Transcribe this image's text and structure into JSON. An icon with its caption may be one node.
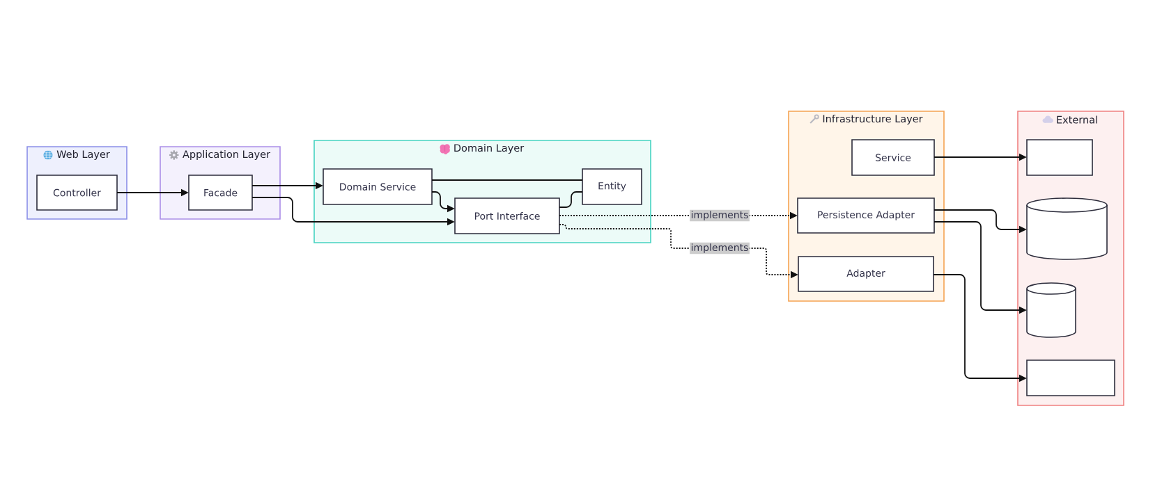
{
  "diagram": {
    "nodes": [
      {
        "text": [
          "Web Layer"
        ]
      },
      {
        "text": [
          "Controller"
        ],
        "in": 0
      },
      {
        "text": [
          "Application Layer"
        ]
      },
      {
        "text": [
          "Facade"
        ],
        "in": 2
      },
      {
        "text": [
          "Domain Layer"
        ]
      },
      {
        "text": [
          "Domain Service"
        ],
        "in": 4
      },
      {
        "text": [
          "Entity"
        ],
        "in": 4
      },
      {
        "text": [
          "Port Interface"
        ],
        "in": 4
      },
      {
        "text": [
          "Infrastructure Layer"
        ]
      },
      {
        "text": [
          "Service"
        ],
        "in": 8
      },
      {
        "text": [
          "Persistence Adapter"
        ],
        "in": 8
      },
      {
        "text": [
          "Adapter"
        ],
        "in": 8
      },
      {
        "text": [
          "External"
        ]
      },
      {
        "text": [],
        "shape": "box",
        "in": 12
      },
      {
        "text": [],
        "shape": "cylinder",
        "in": 12
      },
      {
        "text": [],
        "shape": "cylinder",
        "in": 12
      },
      {
        "text": [],
        "shape": "box",
        "in": 12
      }
    ],
    "edges": [
      {
        "from": 1,
        "to": 3,
        "arrow": "to"
      },
      {
        "from": 3,
        "to": 5,
        "arrow": "to"
      },
      {
        "from": 3,
        "to": 7,
        "arrow": "to"
      },
      {
        "from": 5,
        "to": 7,
        "arrow": "to"
      },
      {
        "from": 5,
        "to": 6,
        "arrow": "none"
      },
      {
        "from": 7,
        "to": 6,
        "arrow": "none"
      },
      {
        "from": 7,
        "to": 10,
        "arrow": "to",
        "label": "implements",
        "style": "dashed"
      },
      {
        "from": 7,
        "to": 11,
        "arrow": "to",
        "label": "implements",
        "style": "dashed"
      },
      {
        "from": 9,
        "to": 13,
        "arrow": "to"
      },
      {
        "from": 10,
        "to": 14,
        "arrow": "to"
      },
      {
        "from": 10,
        "to": 15,
        "arrow": "to"
      },
      {
        "from": 11,
        "to": 16,
        "arrow": "to"
      }
    ]
  }
}
